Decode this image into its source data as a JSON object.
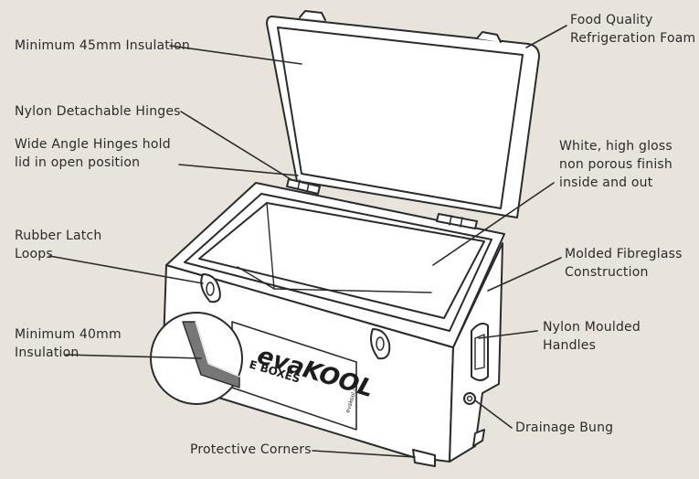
{
  "colors": {
    "background": "#e8e4dc",
    "ink": "#2b2b2b",
    "box_fill": "#ffffff",
    "insulation": "#777777"
  },
  "labels": {
    "food_quality": [
      "Food Quality",
      "Refrigeration Foam"
    ],
    "min_45mm": "Minimum 45mm Insulation",
    "nylon_hinges": "Nylon Detachable Hinges",
    "wide_angle": [
      "Wide Angle Hinges hold",
      "lid in open position"
    ],
    "white_gloss": [
      "White, high gloss",
      "non porous finish",
      "inside and out"
    ],
    "rubber_latch": [
      "Rubber Latch",
      "Loops"
    ],
    "molded_fibreglass": [
      "Molded Fibreglass",
      "Construction"
    ],
    "nylon_handles": [
      "Nylon Moulded",
      "Handles"
    ],
    "min_40mm": [
      "Minimum 40mm",
      "Insulation"
    ],
    "drainage": "Drainage Bung",
    "corners": "Protective Corners"
  },
  "logo": {
    "brand": "evaKOOL",
    "boxes_text": "E BOXES",
    "url": "evakool.com"
  }
}
